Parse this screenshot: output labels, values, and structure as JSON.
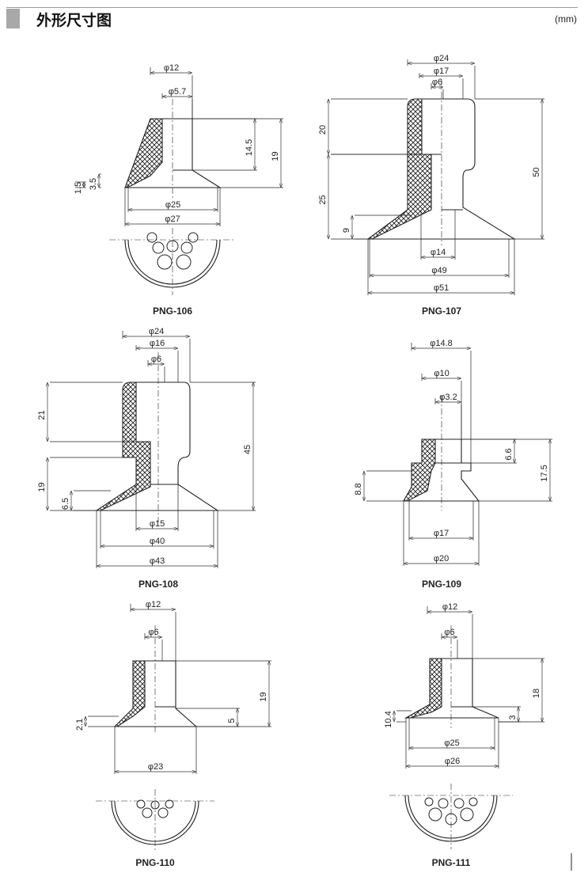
{
  "header": {
    "title": "外形尺寸图",
    "unit": "(mm)"
  },
  "drawings": [
    {
      "model": "PNG-106",
      "dims": {
        "d_top": "φ12",
        "d_hole": "φ5.7",
        "h_body": "14.5",
        "h_total": "19",
        "h_lip": "1.5",
        "h_cup": "3.5",
        "d_inner": "φ25",
        "d_outer": "φ27"
      }
    },
    {
      "model": "PNG-107",
      "dims": {
        "d_top": "φ24",
        "d_mid": "φ17",
        "d_hole": "φ6",
        "h_top": "20",
        "h_low": "25",
        "h_lip": "9",
        "h_total": "50",
        "d_neck": "φ14",
        "d_inner": "φ49",
        "d_outer": "φ51"
      }
    },
    {
      "model": "PNG-108",
      "dims": {
        "d_top": "φ24",
        "d_mid": "φ16",
        "d_hole": "φ6",
        "h_top": "21",
        "h_low": "19",
        "h_lip": "6.5",
        "h_total": "45",
        "d_neck": "φ15",
        "d_inner": "φ40",
        "d_outer": "φ43"
      }
    },
    {
      "model": "PNG-109",
      "dims": {
        "d_top": "φ14.8",
        "d_mid": "φ10",
        "d_hole": "φ3.2",
        "h_body": "6.6",
        "h_total": "17.5",
        "h_lip": "8.8",
        "d_inner": "φ17",
        "d_outer": "φ20"
      }
    },
    {
      "model": "PNG-110",
      "dims": {
        "d_top": "φ12",
        "d_hole": "φ6",
        "h_total": "19",
        "h_cup": "5",
        "h_lip": "2.1",
        "d_outer": "φ23"
      }
    },
    {
      "model": "PNG-111",
      "dims": {
        "d_top": "φ12",
        "d_hole": "φ6",
        "h_total": "18",
        "h_cup": "3",
        "h_lip": "10.4",
        "d_inner": "φ25",
        "d_outer": "φ26"
      }
    }
  ]
}
